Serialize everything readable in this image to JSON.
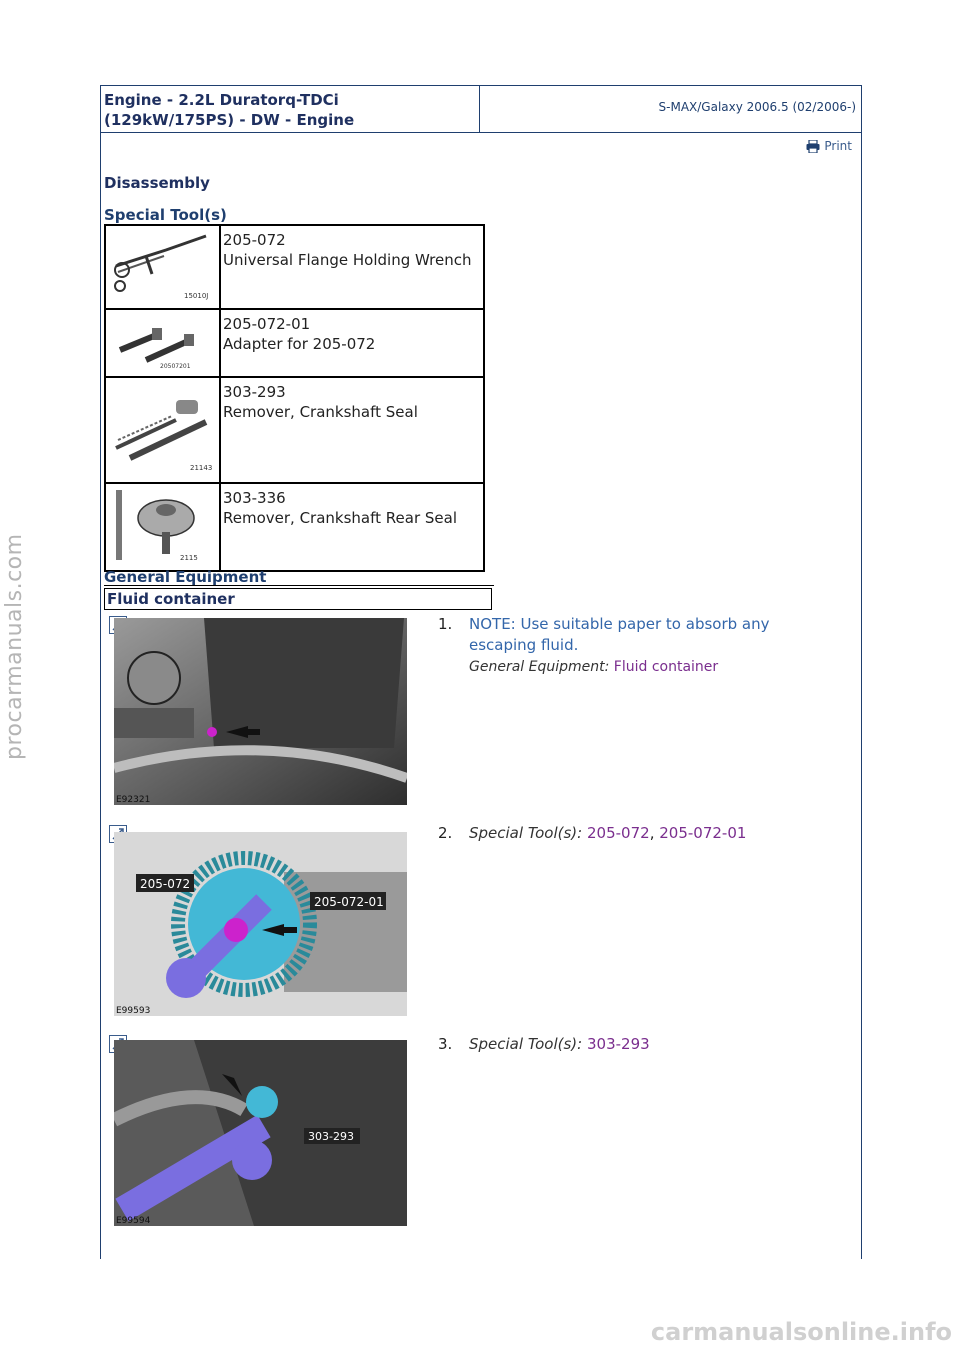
{
  "header": {
    "title_line1": "Engine - 2.2L Duratorq-TDCi",
    "title_line2": "(129kW/175PS) - DW - Engine",
    "model": "S-MAX/Galaxy 2006.5 (02/2006-)",
    "print_label": "Print"
  },
  "headings": {
    "disassembly": "Disassembly",
    "special_tools": "Special Tool(s)",
    "general_equipment": "General Equipment"
  },
  "tools": [
    {
      "code": "205-072",
      "name": "Universal Flange Holding Wrench",
      "img_label": "15010J"
    },
    {
      "code": "205-072-01",
      "name": "Adapter for 205-072",
      "img_label": "20507201"
    },
    {
      "code": "303-293",
      "name": "Remover, Crankshaft Seal",
      "img_label": "21143"
    },
    {
      "code": "303-336",
      "name": "Remover, Crankshaft Rear Seal",
      "img_label": "2115"
    }
  ],
  "general_equipment_item": "Fluid container",
  "steps": [
    {
      "num": "1.",
      "note": "NOTE: Use suitable paper to absorb any escaping fluid.",
      "eq_label": "General Equipment:",
      "eq_value": "Fluid container",
      "img_code": "E92321"
    },
    {
      "num": "2.",
      "tool_label": "Special Tool(s):",
      "tool_a": "205-072",
      "sep": ",",
      "tool_b": "205-072-01",
      "img_code": "E99593",
      "callout_a": "205-072",
      "callout_b": "205-072-01"
    },
    {
      "num": "3.",
      "tool_label": "Special Tool(s):",
      "tool_a": "303-293",
      "img_code": "E99594",
      "callout_a": "303-293"
    }
  ],
  "watermarks": {
    "side": "procarmanuals.com",
    "footer": "carmanualsonline.info"
  }
}
